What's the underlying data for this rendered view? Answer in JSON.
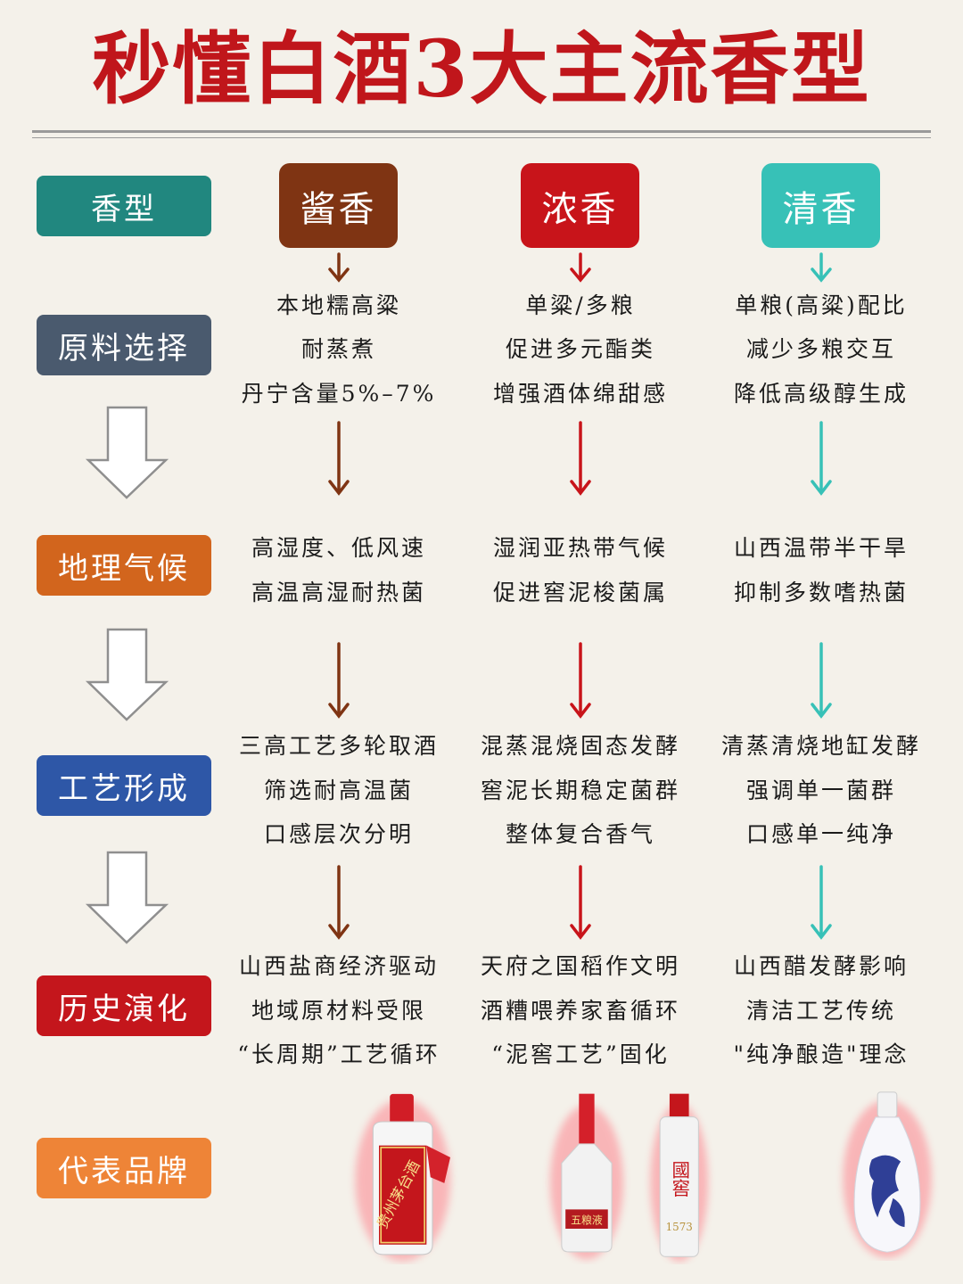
{
  "title": "秒懂白酒3大主流香型",
  "row_labels": {
    "aroma": "香型",
    "raw": "原料选择",
    "geo": "地理气候",
    "craft": "工艺形成",
    "history": "历史演化",
    "brand": "代表品牌"
  },
  "colors": {
    "title": "#c0161b",
    "aroma_label": "#21877f",
    "raw_label": "#4a5a6e",
    "geo_label": "#d2651d",
    "craft_label": "#2e57a7",
    "history_label": "#c4161c",
    "brand_label": "#ee8437",
    "jiang": "#7f3413",
    "nong": "#c8141a",
    "qing": "#37c1b7"
  },
  "columns": [
    {
      "name": "酱香",
      "raw": [
        "本地糯高粱",
        "耐蒸煮",
        "丹宁含量5%–7%"
      ],
      "geo": [
        "高湿度、低风速",
        "高温高湿耐热菌"
      ],
      "craft": [
        "三高工艺多轮取酒",
        "筛选耐高温菌",
        "口感层次分明"
      ],
      "history": [
        "山西盐商经济驱动",
        "地域原材料受限",
        "“长周期”工艺循环"
      ],
      "brand_label_text": "贵州茅台酒"
    },
    {
      "name": "浓香",
      "raw": [
        "单粱/多粮",
        "促进多元酯类",
        "增强酒体绵甜感"
      ],
      "geo": [
        "湿润亚热带气候",
        "促进窖泥梭菌属"
      ],
      "craft": [
        "混蒸混烧固态发酵",
        "窖泥长期稳定菌群",
        "整体复合香气"
      ],
      "history": [
        "天府之国稻作文明",
        "酒糟喂养家畜循环",
        "“泥窖工艺”固化"
      ],
      "brand_label_text": "五粮液",
      "brand_label_text_2": "國窖",
      "brand_label_text_3": "1573"
    },
    {
      "name": "清香",
      "raw": [
        "单粮(高粱)配比",
        "减少多粮交互",
        "降低高级醇生成"
      ],
      "geo": [
        "山西温带半干旱",
        "抑制多数嗜热菌"
      ],
      "craft": [
        "清蒸清烧地缸发酵",
        "强调单一菌群",
        "口感单一纯净"
      ],
      "history": [
        "山西醋发酵影响",
        "清洁工艺传统",
        "\"纯净酿造\"理念"
      ]
    }
  ]
}
